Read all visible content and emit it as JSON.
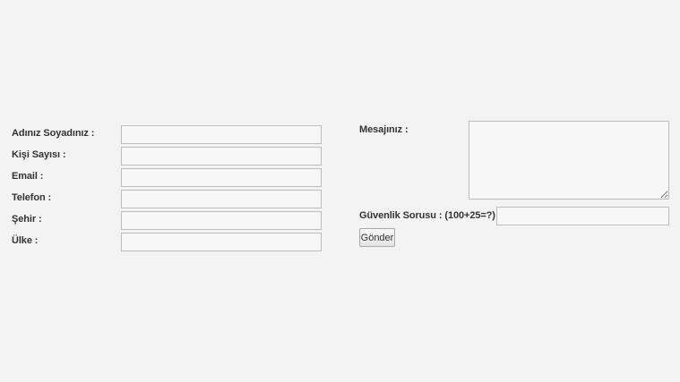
{
  "left_form": {
    "fields": [
      {
        "label": "Adınız Soyadınız :",
        "value": ""
      },
      {
        "label": "Kişi Sayısı :",
        "value": ""
      },
      {
        "label": "Email :",
        "value": ""
      },
      {
        "label": "Telefon :",
        "value": ""
      },
      {
        "label": "Şehir :",
        "value": ""
      },
      {
        "label": "Ülke :",
        "value": ""
      }
    ]
  },
  "right_form": {
    "message_label": "Mesajınız :",
    "message_value": "",
    "security_label": "Güvenlik Sorusu : (100+25=?)",
    "security_value": "",
    "submit_label": "Gönder"
  }
}
